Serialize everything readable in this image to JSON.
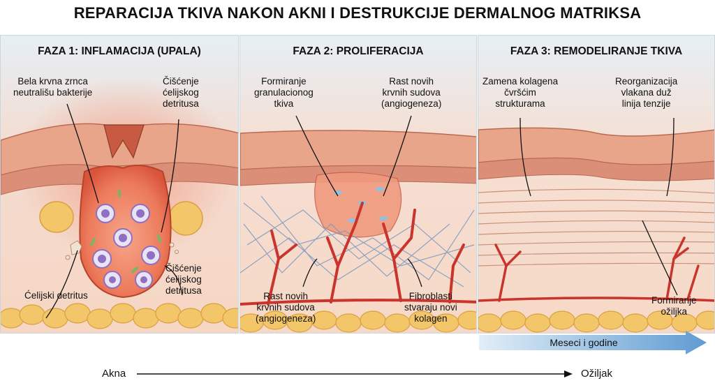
{
  "title": "REPARACIJA TKIVA NAKON AKNI I DESTRUKCIJE DERMALNOG MATRIKSA",
  "phases": [
    {
      "title": "FAZA 1: INFLAMACIJA (UPALA)",
      "labels": {
        "white_cells": "Bela krvna zrnca\nneutrališu bakterije",
        "debris_clean_top": "Čišćenje\nćelijskog\ndetritusa",
        "debris_clean_bottom": "Čišćenje\nćelijskog\ndetritusa",
        "cell_debris": "Ćelijski detritus"
      }
    },
    {
      "title": "FAZA 2: PROLIFERACIJA",
      "labels": {
        "granulation": "Formiranje\ngranulacionog\ntkiva",
        "vessels_top": "Rast novih\nkrvnih sudova\n(angiogeneza)",
        "vessels_bottom": "Rast novih\nkrvnih sudova\n(angiogeneza)",
        "fibroblasts": "Fibroblasti\nstvaraju novi\nkolagen"
      }
    },
    {
      "title": "FAZA 3: REMODELIRANJE TKIVA",
      "labels": {
        "collagen_replace": "Zamena kolagena\nčvršćim\nstrukturama",
        "fiber_reorg": "Reorganizacija\nvlakana duž\nlinija tenzije",
        "scar": "Formiranje\nožiljka"
      }
    }
  ],
  "timeline": {
    "months_years": "Meseci i godine",
    "start": "Akna",
    "end": "Ožiljak"
  },
  "colors": {
    "skin_top": "#e9a58a",
    "dermis": "#f7d3bf",
    "fat": "#f3c66a",
    "vessel": "#c9342c",
    "inflammation": "#e86a4a",
    "white_cell_nucleus": "#8e6fc4",
    "collagen": "#8aa9cf",
    "arrow_fill": "#7fb0dc"
  }
}
